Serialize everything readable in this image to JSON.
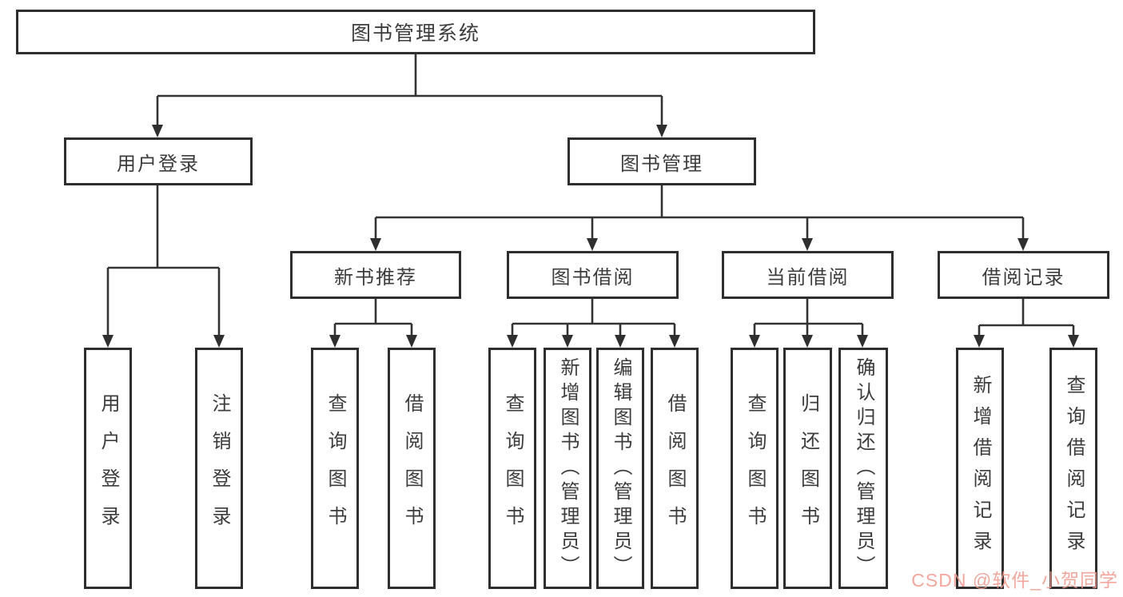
{
  "diagram_type": "hierarchy-tree",
  "colors": {
    "line": "#333333",
    "box_border": "#2e2e2e",
    "text": "#3c3c3c",
    "background": "#ffffff",
    "watermark": "#f0988c"
  },
  "tree": {
    "label": "图书管理系统",
    "children": [
      {
        "label": "用户登录",
        "children": [
          {
            "label": "用户登录"
          },
          {
            "label": "注销登录"
          }
        ]
      },
      {
        "label": "图书管理",
        "children": [
          {
            "label": "新书推荐",
            "children": [
              {
                "label": "查询图书"
              },
              {
                "label": "借阅图书"
              }
            ]
          },
          {
            "label": "图书借阅",
            "children": [
              {
                "label": "查询图书"
              },
              {
                "label": "新增图书（管理员）"
              },
              {
                "label": "编辑图书（管理员）"
              },
              {
                "label": "借阅图书"
              }
            ]
          },
          {
            "label": "当前借阅",
            "children": [
              {
                "label": "查询图书"
              },
              {
                "label": "归还图书"
              },
              {
                "label": "确认归还（管理员）"
              }
            ]
          },
          {
            "label": "借阅记录",
            "children": [
              {
                "label": "新增借阅记录"
              },
              {
                "label": "查询借阅记录"
              }
            ]
          }
        ]
      }
    ]
  },
  "watermark": {
    "text": "CSDN @软件_小贺同学"
  }
}
